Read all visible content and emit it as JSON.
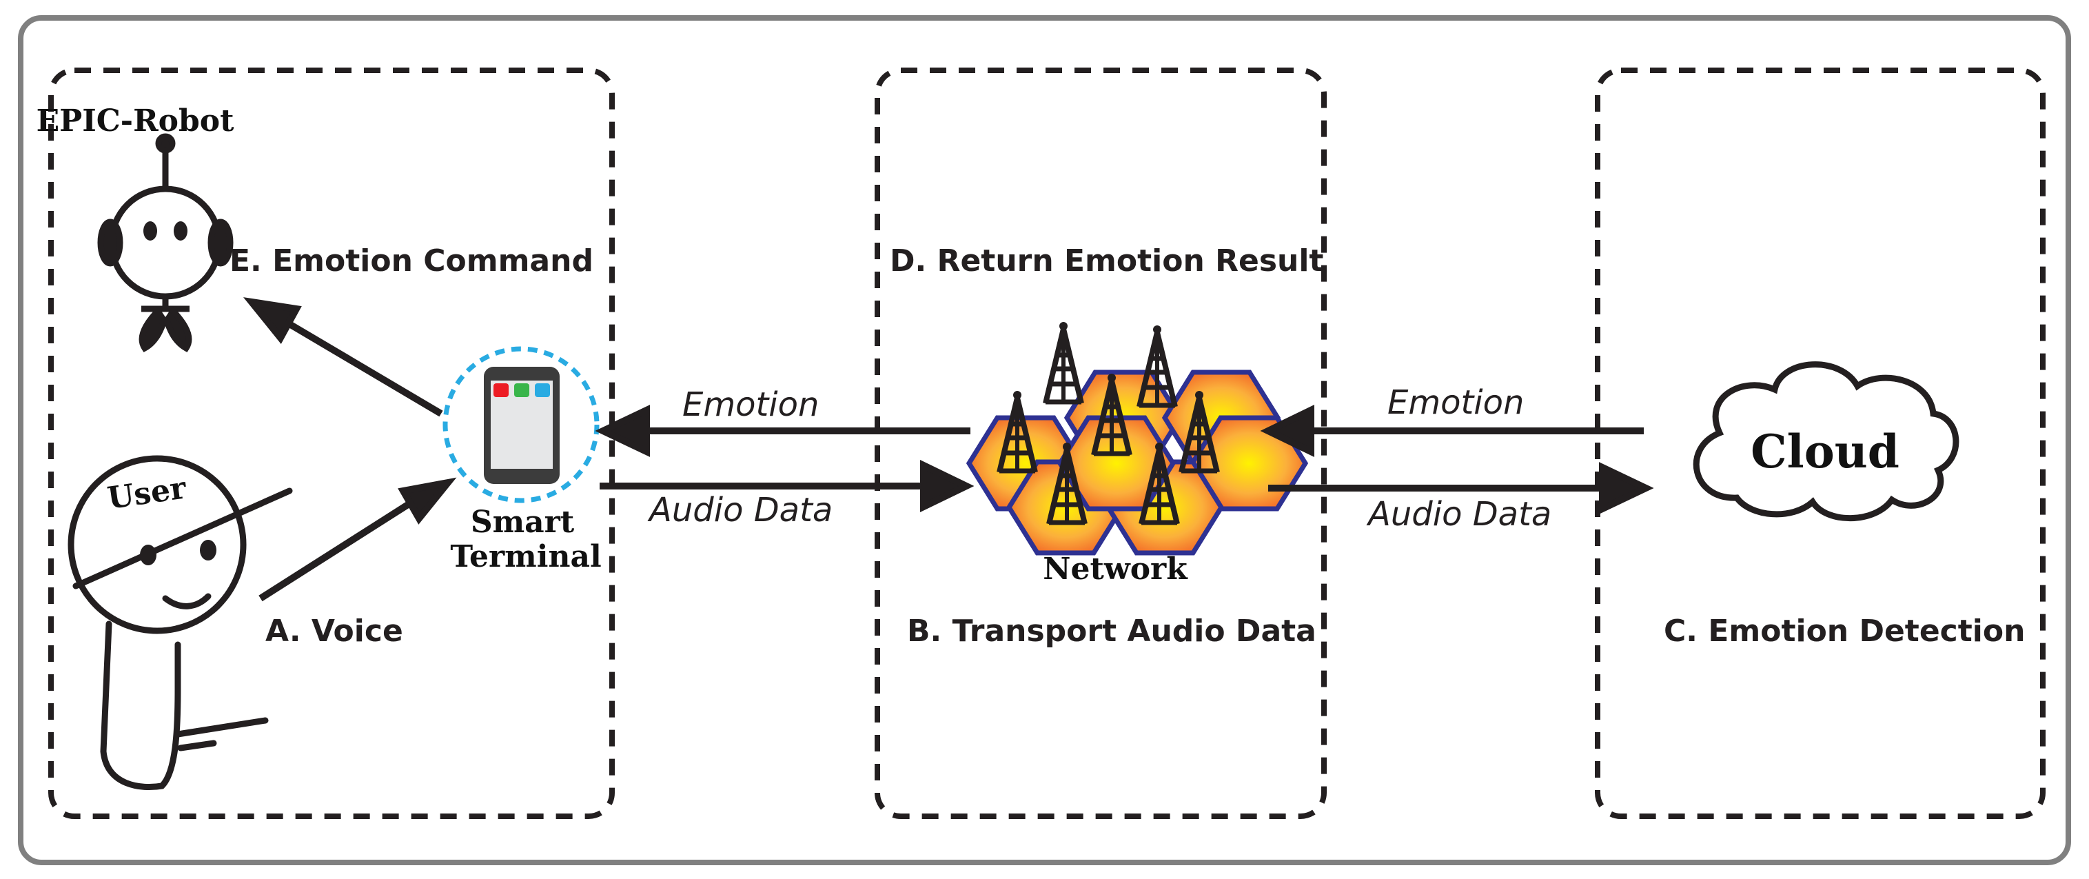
{
  "diagram": {
    "sections": {
      "robot_title": "EPIC-Robot",
      "user_title": "User",
      "terminal_line1": "Smart",
      "terminal_line2": "Terminal",
      "network_title": "Network",
      "cloud_title": "Cloud"
    },
    "steps": {
      "a": "A. Voice",
      "b": "B. Transport Audio Data",
      "c": "C. Emotion Detection",
      "d": "D. Return Emotion Result",
      "e": "E. Emotion Command"
    },
    "flows": {
      "emotion_left": "Emotion",
      "audio_left": "Audio Data",
      "emotion_right": "Emotion",
      "audio_right": "Audio Data"
    },
    "colors": {
      "stroke": "#231f20",
      "frame": "#808080",
      "dash_circle": "#29abe2",
      "hex_fill": "#f7931e",
      "hex_stroke": "#2e3192",
      "phone_red": "#ed1c24",
      "phone_green": "#39b54a",
      "phone_blue": "#29abe2",
      "screen": "#e6e7e8"
    }
  }
}
